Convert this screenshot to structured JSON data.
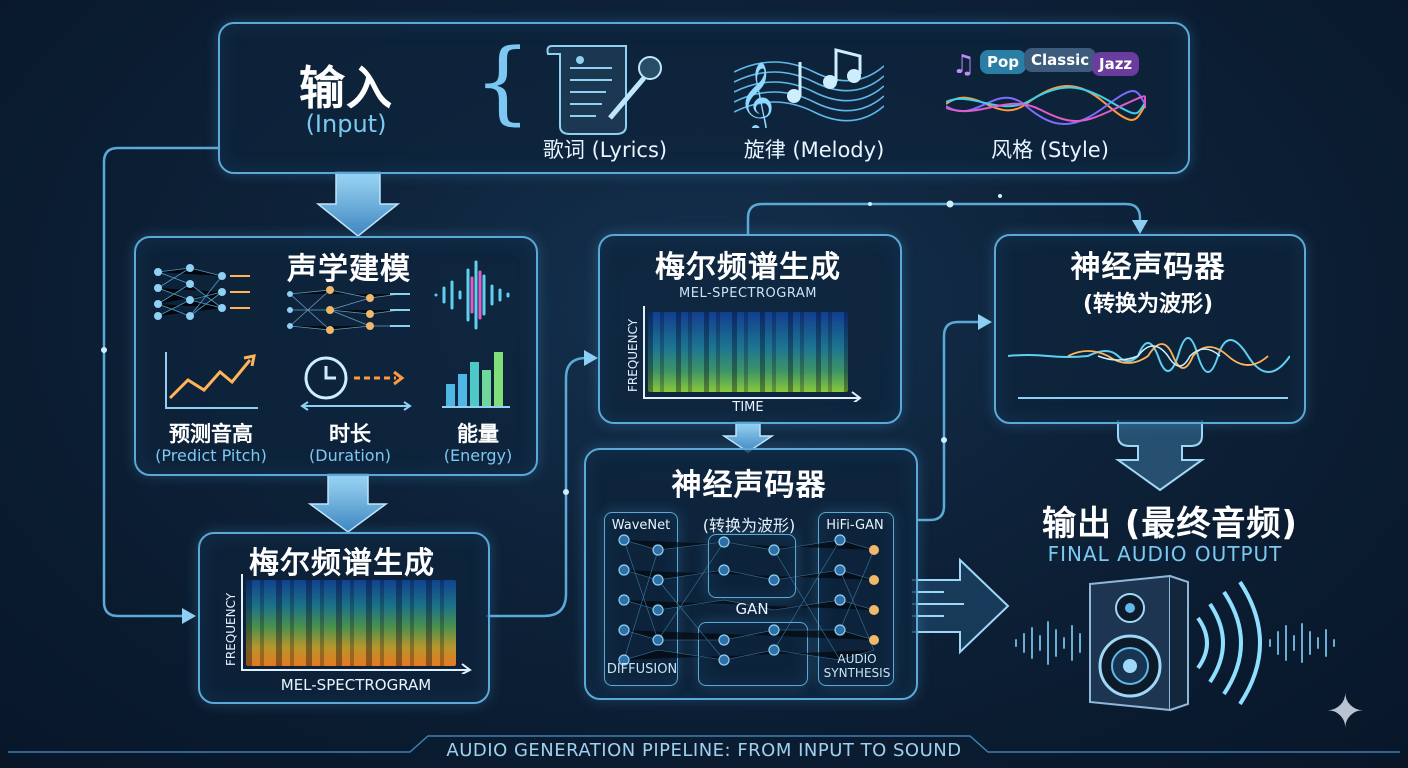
{
  "footer_caption": "AUDIO GENERATION PIPELINE: FROM INPUT TO SOUND",
  "input": {
    "title_zh": "输入",
    "title_en": "(Input)",
    "items": [
      {
        "label": "歌词 (Lyrics)",
        "icon": "lyrics-scroll-mic-icon"
      },
      {
        "label": "旋律 (Melody)",
        "icon": "music-staff-icon"
      },
      {
        "label": "风格 (Style)",
        "icon": "style-wave-icon"
      }
    ],
    "style_tags": [
      "Pop",
      "Classic",
      "Jazz"
    ]
  },
  "acoustic": {
    "title": "声学建模",
    "items": [
      {
        "zh": "预测音高",
        "en": "(Predict Pitch)"
      },
      {
        "zh": "时长",
        "en": "(Duration)"
      },
      {
        "zh": "能量",
        "en": "(Energy)"
      }
    ]
  },
  "mel_bottom": {
    "title": "梅尔频谱生成",
    "y_axis": "FREQUENCY",
    "x_axis": "MEL-SPECTROGRAM"
  },
  "mel_top": {
    "title": "梅尔频谱生成",
    "subtitle": "MEL-SPECTROGRAM",
    "y_axis": "FREQUENCY",
    "x_axis": "TIME"
  },
  "vocoder_mid": {
    "title": "神经声码器",
    "subtitle": "(转换为波形)",
    "models": {
      "wavenet": "WaveNet",
      "hifigan": "HiFi-GAN",
      "gan": "GAN",
      "diffusion": "DIFFUSION",
      "synthesis_1": "AUDIO",
      "synthesis_2": "SYNTHESIS"
    }
  },
  "vocoder_right": {
    "title": "神经声码器",
    "subtitle": "(转换为波形)"
  },
  "output": {
    "title": "输出 (最终音频)",
    "subtitle": "FINAL AUDIO OUTPUT"
  },
  "colors": {
    "accent": "#5aa9d6",
    "glow": "#7cc8f2",
    "background": "#0b1a2e"
  }
}
